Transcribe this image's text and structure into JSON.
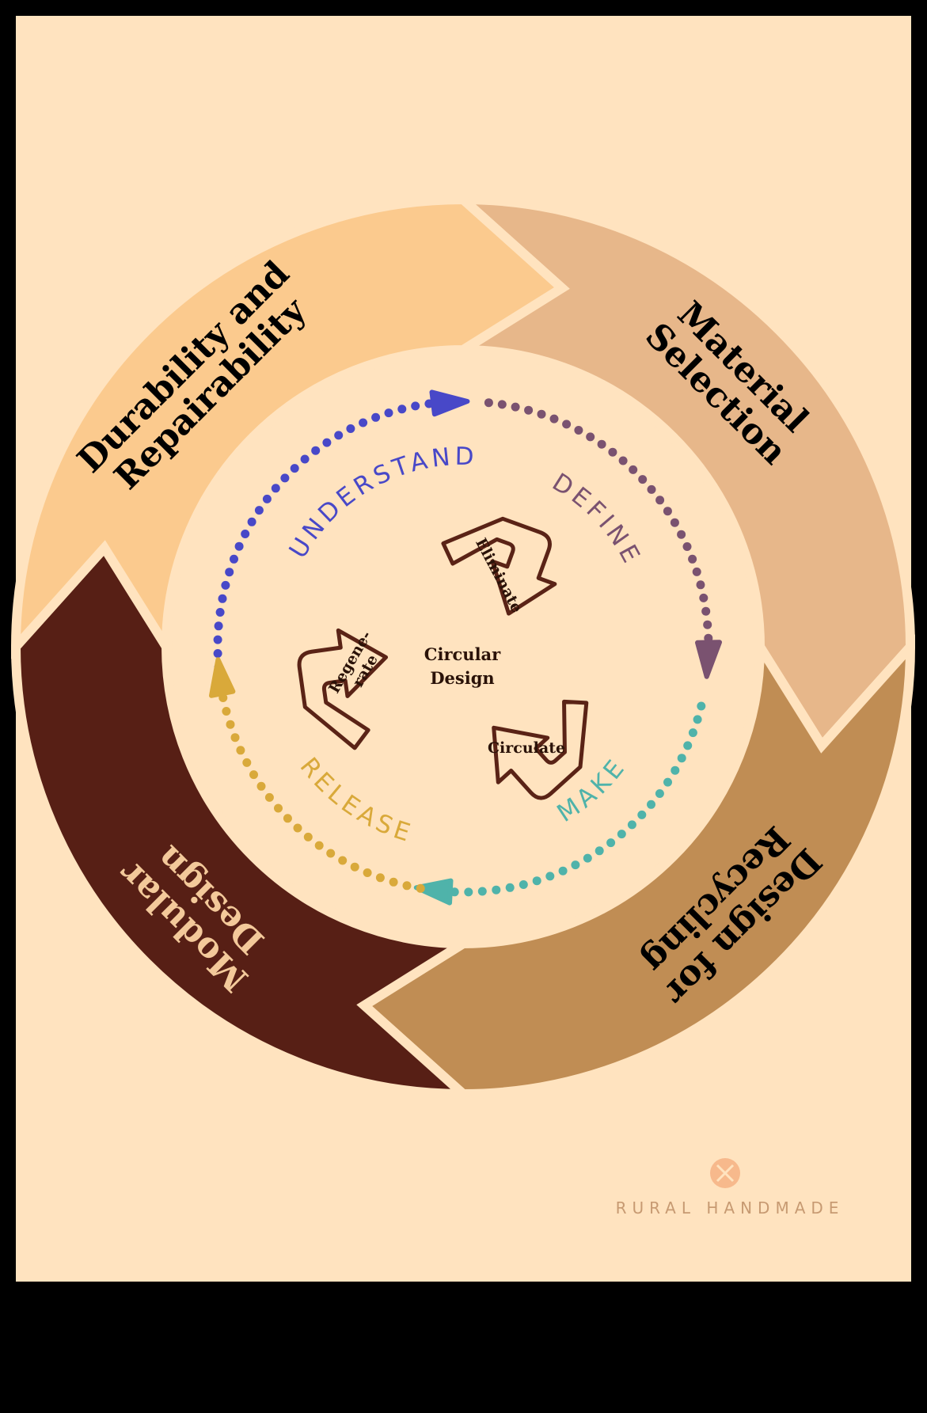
{
  "segments": [
    {
      "id": "material",
      "lines": [
        "Material",
        "Selection"
      ],
      "fill": "#e7b78a",
      "text_color": "#000000"
    },
    {
      "id": "recycling",
      "lines": [
        "Design for",
        "Recycling"
      ],
      "fill": "#c08d54",
      "text_color": "#000000"
    },
    {
      "id": "modular",
      "lines": [
        "Modular",
        "Design"
      ],
      "fill": "#571f15",
      "text_color": "#f3c99a"
    },
    {
      "id": "durability",
      "lines": [
        "Durability and",
        "Repairability"
      ],
      "fill": "#fbca8e",
      "text_color": "#000000"
    }
  ],
  "phases": [
    {
      "id": "understand",
      "label": "UNDERSTAND",
      "color": "#4848c8"
    },
    {
      "id": "define",
      "label": "DEFINE",
      "color": "#7a5270"
    },
    {
      "id": "make",
      "label": "MAKE",
      "color": "#4fb3aa"
    },
    {
      "id": "release",
      "label": "RELEASE",
      "color": "#d9a93a"
    }
  ],
  "recycle": {
    "arrows": [
      "Eliminate",
      "Circulate",
      "Regene-\nrate"
    ],
    "center_lines": [
      "Circular",
      "Design"
    ],
    "stroke": "#5a2316"
  },
  "brand": {
    "name": "RURAL HANDMADE",
    "color": "#c79a72",
    "icon": "x-cross-icon"
  },
  "colors": {
    "background": "#ffe3bf",
    "frame": "#000000"
  }
}
